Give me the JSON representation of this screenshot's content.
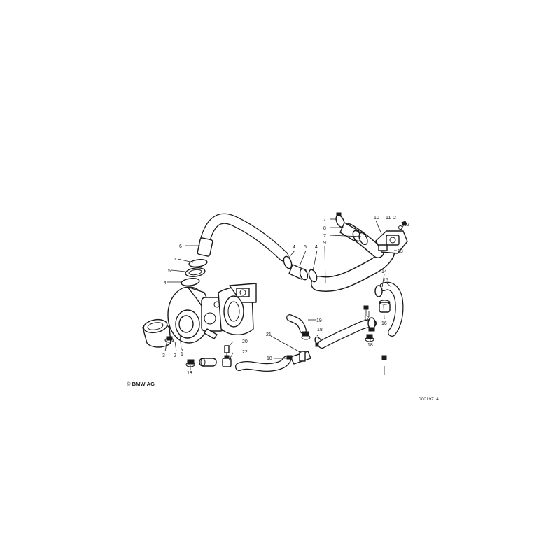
{
  "callouts": [
    "6",
    "4",
    "5",
    "4",
    "4",
    "5",
    "4",
    "9",
    "7",
    "8",
    "7",
    "10",
    "11",
    "2",
    "12",
    "13",
    "14",
    "15",
    "16",
    "17",
    "18",
    "18",
    "18",
    "19",
    "21",
    "18",
    "20",
    "22",
    "3",
    "2",
    "1",
    "18"
  ],
  "copyright": {
    "symbol": "©",
    "text": "BMW AG"
  },
  "drawing_number": "00019714"
}
